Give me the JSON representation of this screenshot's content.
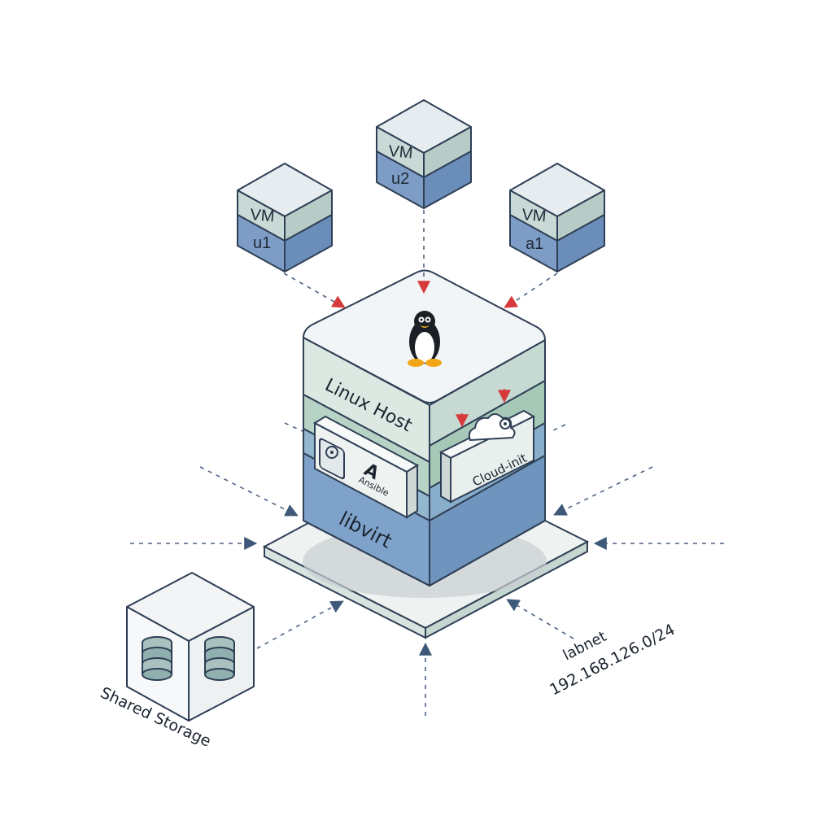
{
  "vms": [
    {
      "id": "u1",
      "title": "VM",
      "name": "u1"
    },
    {
      "id": "u2",
      "title": "VM",
      "name": "u2"
    },
    {
      "id": "a1",
      "title": "VM",
      "name": "a1"
    }
  ],
  "host": {
    "title": "Linux Host",
    "layer": "libvirt",
    "ansible_label": "Ansible",
    "ansible_logo": "A",
    "cloudinit_label": "Cloud-init"
  },
  "storage": {
    "label": "Shared Storage"
  },
  "network": {
    "name": "labnet",
    "cidr": "192.168.126.0/24"
  },
  "colors": {
    "stroke": "#2f3f55",
    "vm_top": "#e6ecef",
    "vm_band_light": "#c9d9d6",
    "vm_band_blue": "#7d9dc6",
    "host_top": "#f2f5f7",
    "host_band1": "#d5e3dc",
    "host_band2": "#a9ccbb",
    "host_band3": "#7ea2c9",
    "arrow_red": "#d63a3a",
    "dash": "#4d6380"
  },
  "icons": [
    "tux-penguin-icon",
    "disk-icon",
    "ansible-logo-icon",
    "cloud-gear-icon",
    "database-icon"
  ]
}
